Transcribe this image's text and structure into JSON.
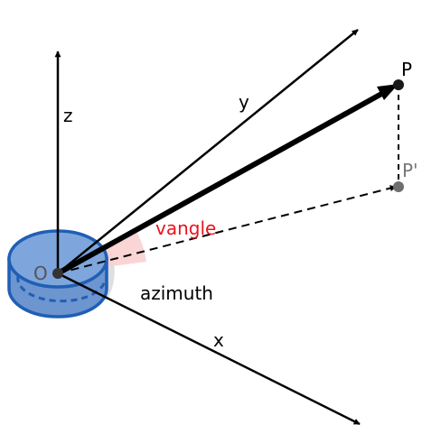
{
  "labels": {
    "z": "z",
    "y": "y",
    "x": "x",
    "origin": "O",
    "point": "P",
    "projection": "P'",
    "vangle": "vangle",
    "azimuth": "azimuth"
  },
  "colors": {
    "axis": "#000000",
    "cylinder_fill": "#6d95cf",
    "cylinder_top": "#7ea6dc",
    "cylinder_stroke": "#1f5fb5",
    "vangle_label": "#e8141c",
    "vangle_wedge": "#f9d0d0",
    "azimuth_wedge": "#d9d9d9",
    "projection_point": "#6e6e6e",
    "point": "#1a1a1a"
  }
}
